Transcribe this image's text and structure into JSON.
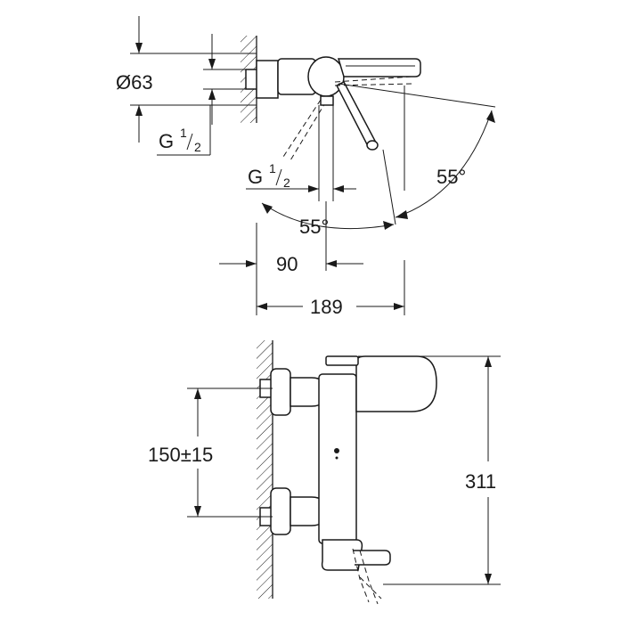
{
  "top_view": {
    "diameter_label": "Ø63",
    "inlet_thread_main": "G",
    "inlet_thread_num": "1",
    "inlet_thread_den": "2",
    "outlet_thread_main": "G",
    "outlet_thread_num": "1",
    "outlet_thread_den": "2",
    "angle_right": "55°",
    "angle_bottom": "55°",
    "dim_projection": "90",
    "dim_total_depth": "189"
  },
  "front_view": {
    "dim_inlet_spacing": "150±15",
    "dim_height": "311"
  }
}
